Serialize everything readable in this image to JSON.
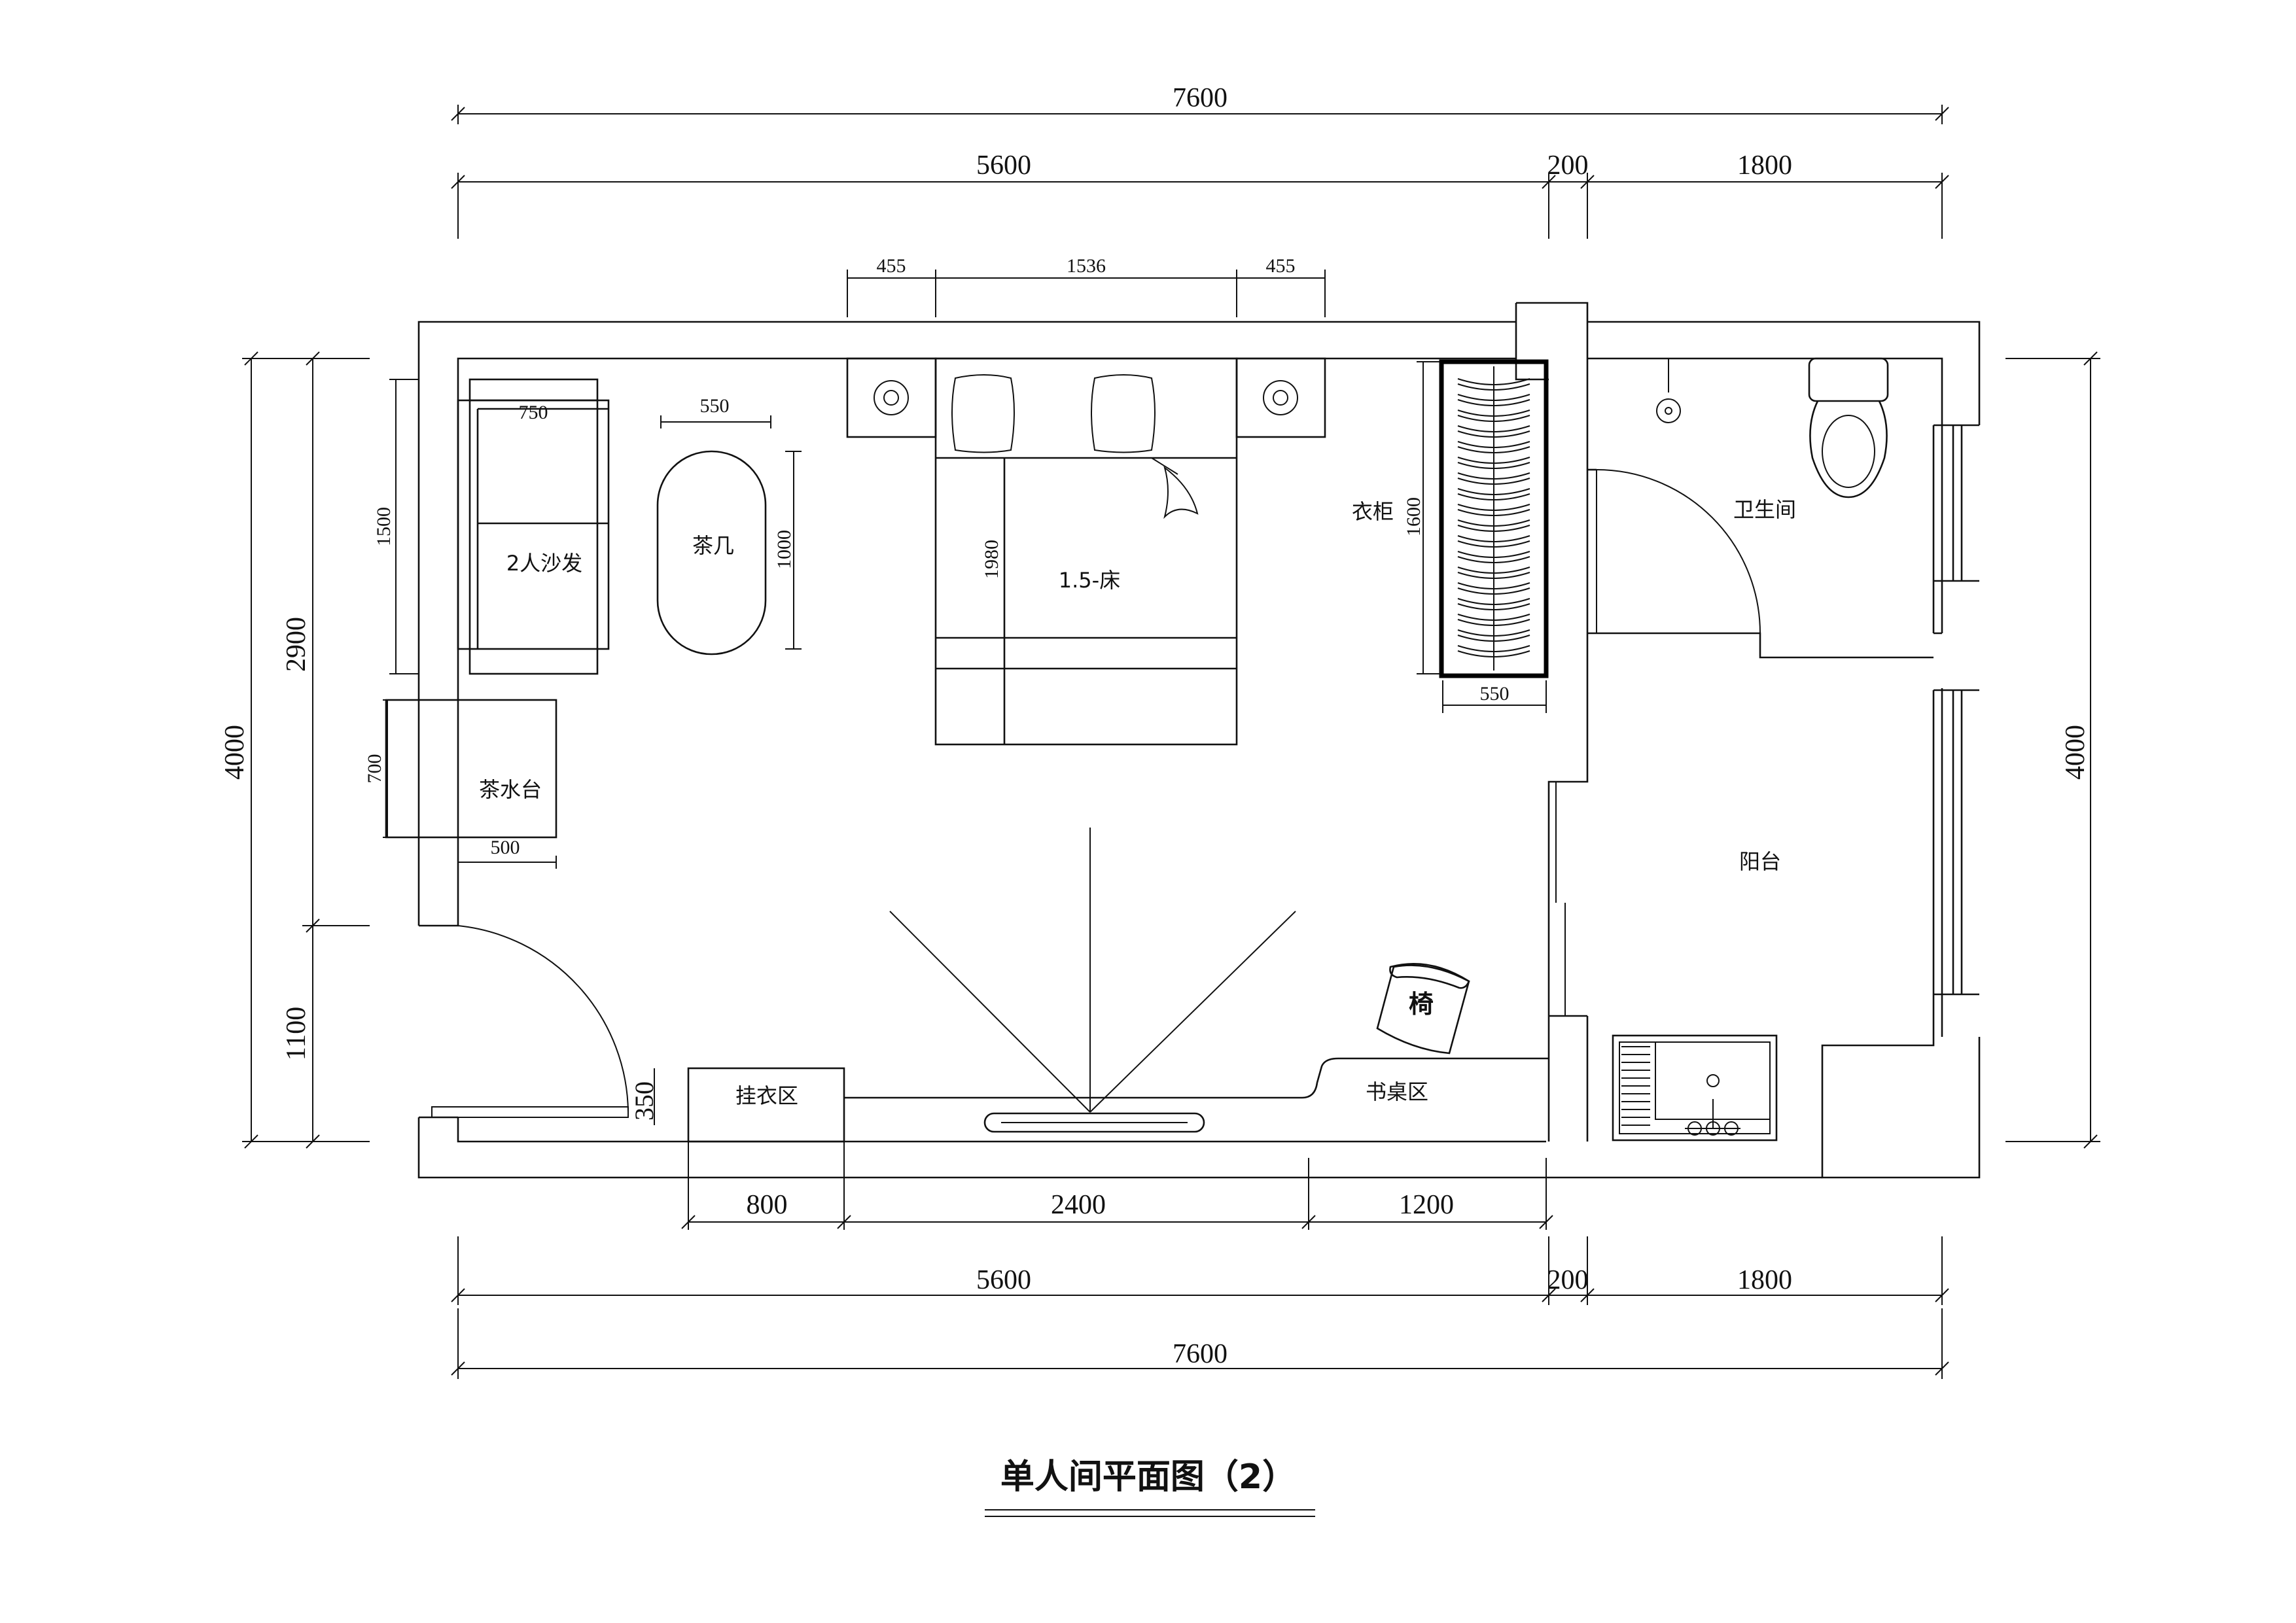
{
  "title": "单人间平面图（2）",
  "rooms": {
    "bathroom": "卫生间",
    "balcony": "阳台",
    "desk_area": "书桌区",
    "hanging_area": "挂衣区"
  },
  "furniture": {
    "sofa": "2人沙发",
    "coffee_table": "茶几",
    "tea_stand": "茶水台",
    "bed": "1.5-床",
    "wardrobe": "衣柜",
    "chair": "椅"
  },
  "dimensions": {
    "top_overall": "7600",
    "top_left": "5600",
    "top_mid": "200",
    "top_right": "1800",
    "nightstand_left": "455",
    "bed_width": "1536",
    "nightstand_right": "455",
    "sofa_width": "750",
    "coffee_width": "550",
    "sofa_length": "1500",
    "coffee_length": "1000",
    "bed_length": "1980",
    "wardrobe_length": "1600",
    "wardrobe_depth": "550",
    "tea_depth": "700",
    "tea_width": "500",
    "left_overall": "4000",
    "left_upper": "2900",
    "left_lower": "1100",
    "right_overall": "4000",
    "hanging_depth": "350",
    "bottom_seg1": "800",
    "bottom_seg2": "2400",
    "bottom_seg3": "1200",
    "bottom_left": "5600",
    "bottom_mid": "200",
    "bottom_right": "1800",
    "bottom_overall": "7600"
  }
}
